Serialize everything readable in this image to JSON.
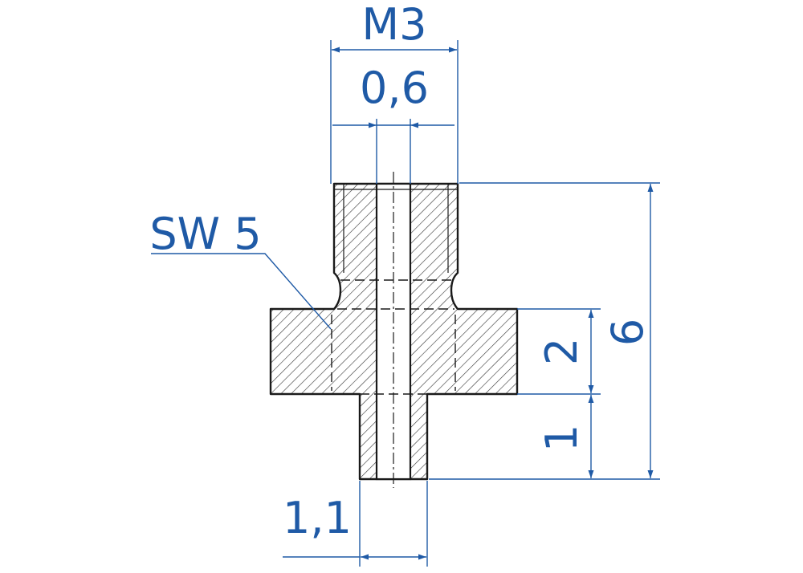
{
  "drawing": {
    "dimensions": {
      "thread": "M3",
      "bore": "0,6",
      "wrench_size": "SW 5",
      "collar_height": "2",
      "spigot_length": "1",
      "overall_height": "6",
      "spigot_diameter": "1,1"
    },
    "colors": {
      "dimension": "#1f5aa6",
      "outline": "#1a1a1a"
    }
  }
}
